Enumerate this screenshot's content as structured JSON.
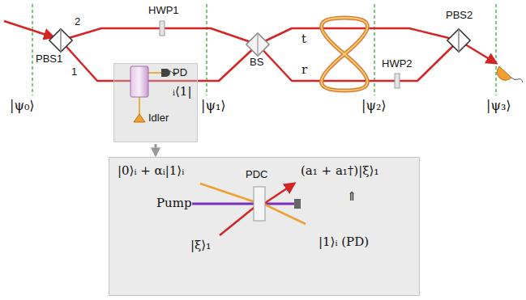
{
  "diagram": {
    "nodes": [
      {
        "text": [
          "PD",
          "ᵢ⟨1|",
          "Idler"
        ]
      },
      {
        "text": [
          "|0⟩ᵢ + αᵢ|1⟩ᵢ",
          "Pump",
          "|ξ⟩₁",
          "PDC",
          "(a₁ + a₁†)|ξ⟩₁",
          "⇑",
          "|1⟩ᵢ (PD)"
        ]
      }
    ],
    "edges": [
      {
        "from": 0,
        "to": 1,
        "arrow": "to"
      }
    ],
    "labels": [
      "2",
      "1",
      "HWP1",
      "PBS1",
      "BS",
      "t",
      "r",
      "HWP2",
      "PBS2",
      "|ψ₀⟩",
      "|ψ₁⟩",
      "|ψ₂⟩",
      "|ψ₃⟩"
    ]
  }
}
